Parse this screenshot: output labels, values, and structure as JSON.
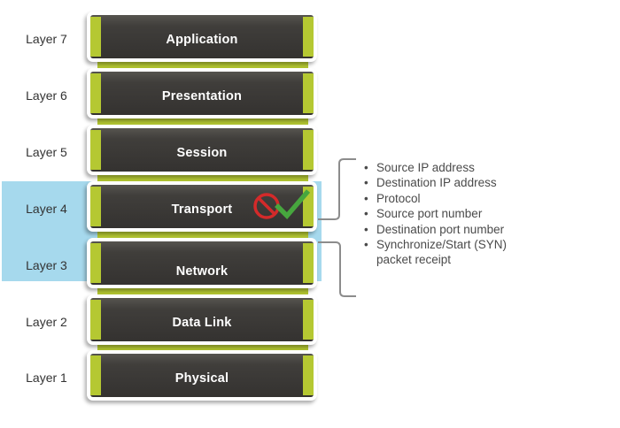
{
  "layers": [
    {
      "label": "Layer 7",
      "title": "Application",
      "highlighted": false
    },
    {
      "label": "Layer 6",
      "title": "Presentation",
      "highlighted": false
    },
    {
      "label": "Layer 5",
      "title": "Session",
      "highlighted": false
    },
    {
      "label": "Layer 4",
      "title": "Transport",
      "highlighted": true,
      "icons": [
        "prohibited-icon",
        "check-icon"
      ]
    },
    {
      "label": "Layer 3",
      "title": "Network",
      "highlighted": true
    },
    {
      "label": "Layer 2",
      "title": "Data Link",
      "highlighted": false
    },
    {
      "label": "Layer 1",
      "title": "Physical",
      "highlighted": false
    }
  ],
  "callout": {
    "items": [
      "Source IP address",
      "Destination IP address",
      "Protocol",
      "Source port number",
      "Destination port number",
      "Synchronize/Start (SYN)\npacket receipt"
    ]
  },
  "colors": {
    "green": "#b5c832",
    "blue": "#a6d9ed",
    "red": "#d42a2a",
    "check": "#47a63e",
    "line": "#8c8c8c",
    "label": "#333333",
    "bullet": "#4a4a4a"
  }
}
